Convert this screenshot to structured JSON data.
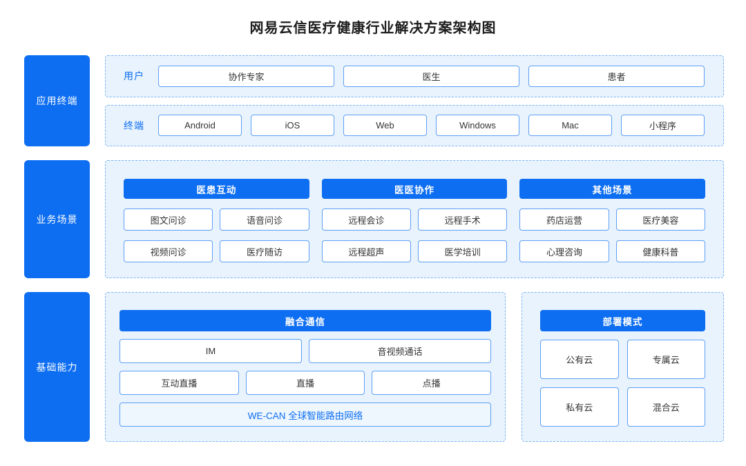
{
  "title": "网易云信医疗健康行业解决方案架构图",
  "colors": {
    "brand_blue": "#0d6ef2",
    "panel_bg": "#e9f3fd",
    "panel_dashed_border": "#7ab4f5",
    "box_border": "#5c9ef5"
  },
  "app_terminals": {
    "label": "应用终端",
    "users_row": {
      "label": "用户",
      "items": [
        "协作专家",
        "医生",
        "患者"
      ]
    },
    "devices_row": {
      "label": "终端",
      "items": [
        "Android",
        "iOS",
        "Web",
        "Windows",
        "Mac",
        "小程序"
      ]
    }
  },
  "business_scenarios": {
    "label": "业务场景",
    "groups": [
      {
        "header": "医患互动",
        "items": [
          "图文问诊",
          "语音问诊",
          "视频问诊",
          "医疗随访"
        ]
      },
      {
        "header": "医医协作",
        "items": [
          "远程会诊",
          "远程手术",
          "远程超声",
          "医学培训"
        ]
      },
      {
        "header": "其他场景",
        "items": [
          "药店运营",
          "医疗美容",
          "心理咨询",
          "健康科普"
        ]
      }
    ]
  },
  "base_capabilities": {
    "label": "基础能力",
    "communication": {
      "header": "融合通信",
      "row1": [
        "IM",
        "音视频通话"
      ],
      "row2": [
        "互动直播",
        "直播",
        "点播"
      ],
      "network": "WE-CAN 全球智能路由网络"
    },
    "deployment": {
      "header": "部署模式",
      "items": [
        "公有云",
        "专属云",
        "私有云",
        "混合云"
      ]
    }
  }
}
